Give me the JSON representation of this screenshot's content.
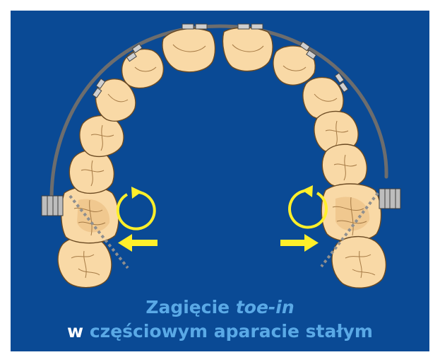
{
  "caption": {
    "line1_main": "Zagięcie ",
    "line1_italic": "toe-in",
    "line2_w": "w ",
    "line2_rest": "częściowym aparacie stałym"
  },
  "colors": {
    "background": "#0a4a95",
    "frame": "#ffffff",
    "tooth_fill": "#f9d9a6",
    "tooth_outline": "#6b4a22",
    "wire": "#6d6d6d",
    "arrow": "#ffef2a",
    "caption_accent": "#5aa9e6",
    "caption_white": "#ffffff"
  },
  "icons": [
    "rotation-arrow-icon",
    "arrow-left-icon",
    "arrow-right-icon",
    "molar-tube-icon",
    "bracket-icon"
  ]
}
